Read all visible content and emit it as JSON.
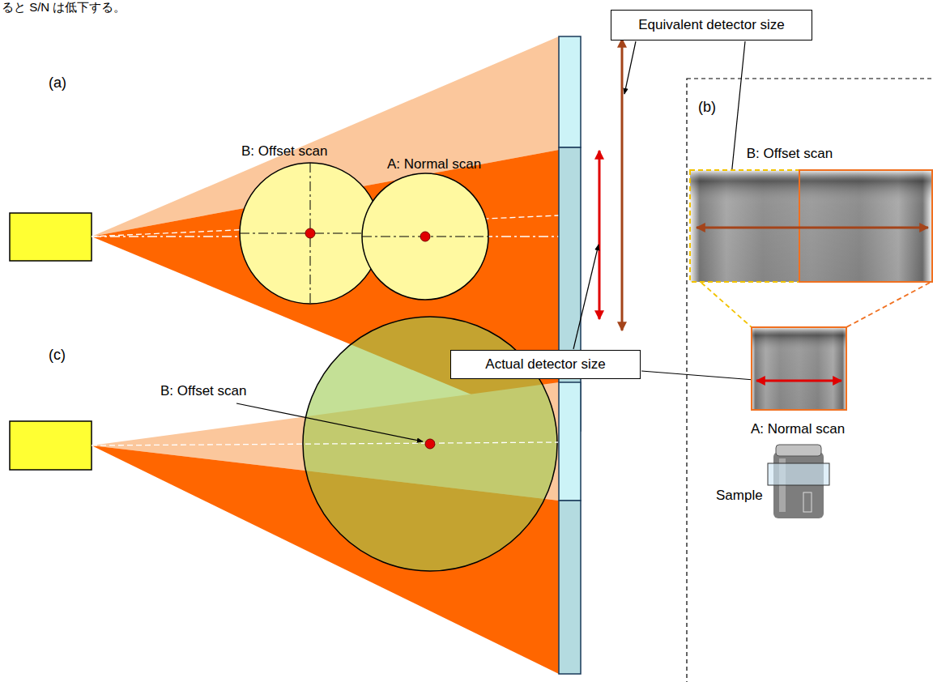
{
  "diagram": {
    "nodes": [
      {
        "text": [
          "Equivalent detector size"
        ]
      },
      {
        "text": [
          "Actual detector size"
        ]
      }
    ],
    "labels": [
      "ると S/N は低下する。",
      "(a)",
      "B: Offset scan",
      "A: Normal scan",
      "(b)",
      "B: Offset scan",
      "(c)",
      "B: Offset scan",
      "A: Normal scan",
      "Sample"
    ]
  }
}
